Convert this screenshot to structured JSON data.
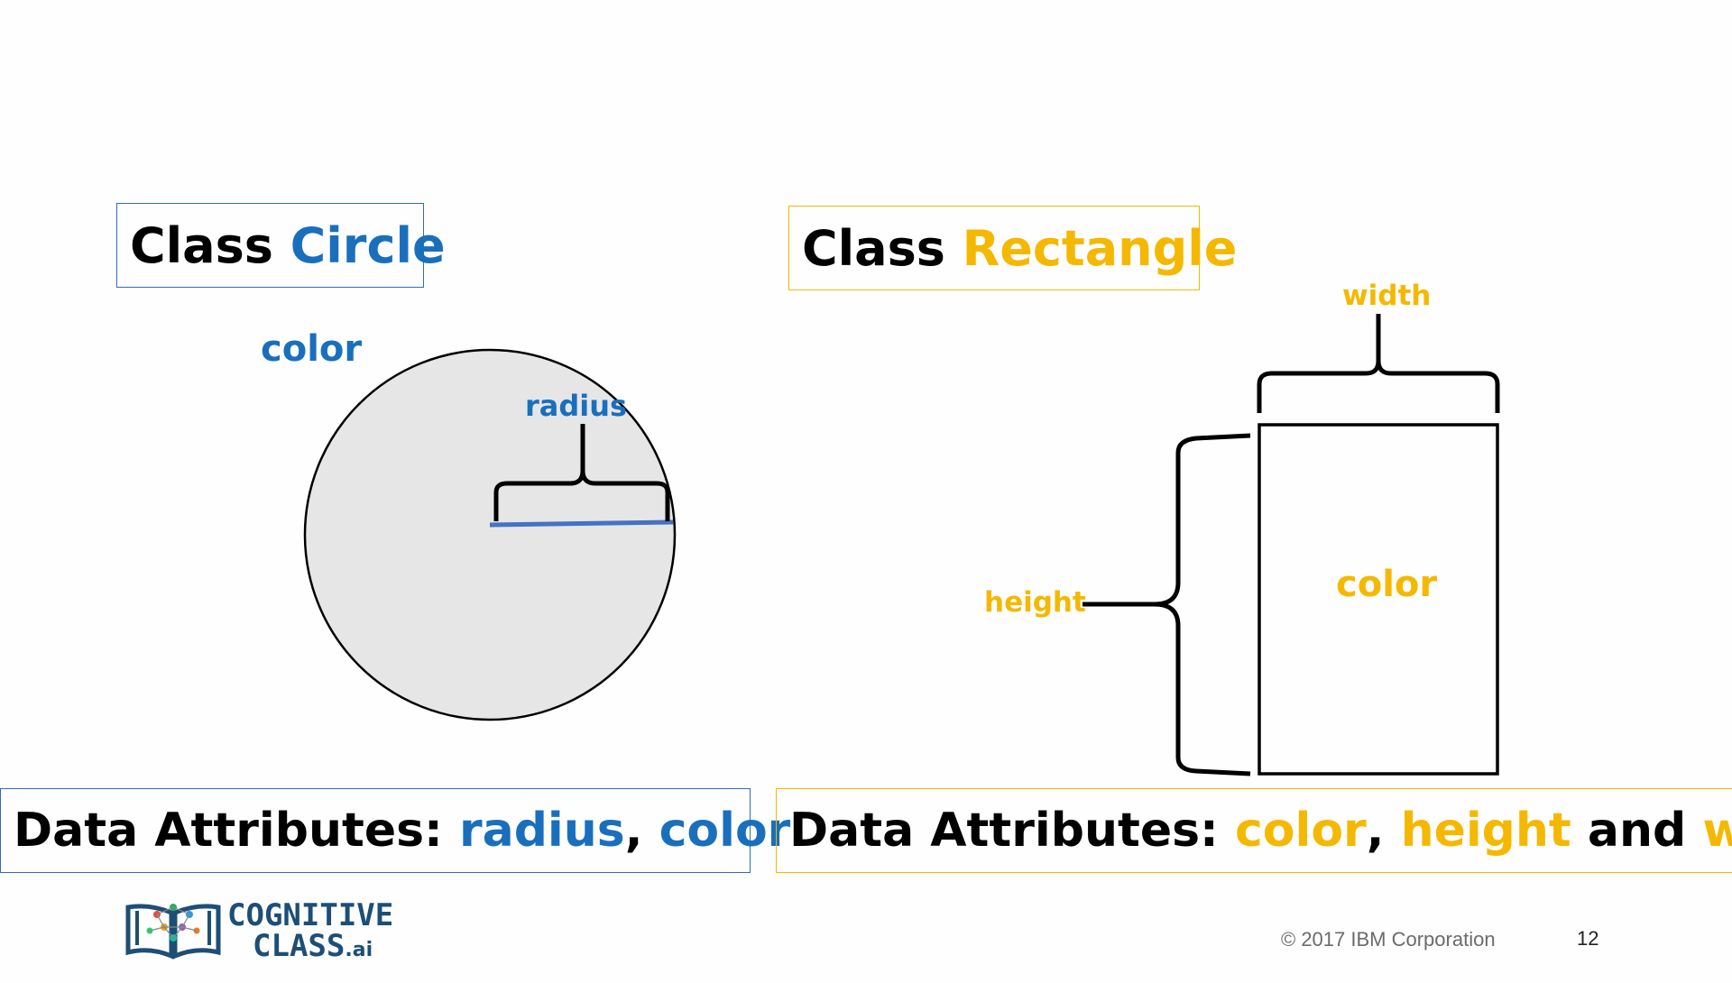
{
  "colors": {
    "circle_accent": "#1a6fbd",
    "rect_accent": "#f5b800",
    "circle_fill": "#e6e6e6",
    "radius_line": "#4472c4",
    "logo": "#1d4e76"
  },
  "circle_panel": {
    "title_prefix": "Class ",
    "title_name": "Circle",
    "color_label": "color",
    "radius_label": "radius",
    "attributes_prefix": "Data Attributes: ",
    "attr_1": "radius",
    "sep": ", ",
    "attr_2": "color"
  },
  "rect_panel": {
    "title_prefix": "Class ",
    "title_name": "Rectangle",
    "width_label": "width",
    "height_label": "height",
    "color_label": "color",
    "attributes_prefix": "Data Attributes: ",
    "attr_1": "color",
    "sep": ", ",
    "attr_2": "height",
    "and": " and ",
    "attr_3": "width"
  },
  "footer": {
    "logo_line1": "COGNITIVE",
    "logo_line2": "CLASS",
    "logo_suffix": ".ai",
    "copyright": "© 2017 IBM Corporation",
    "page_number": "12"
  }
}
